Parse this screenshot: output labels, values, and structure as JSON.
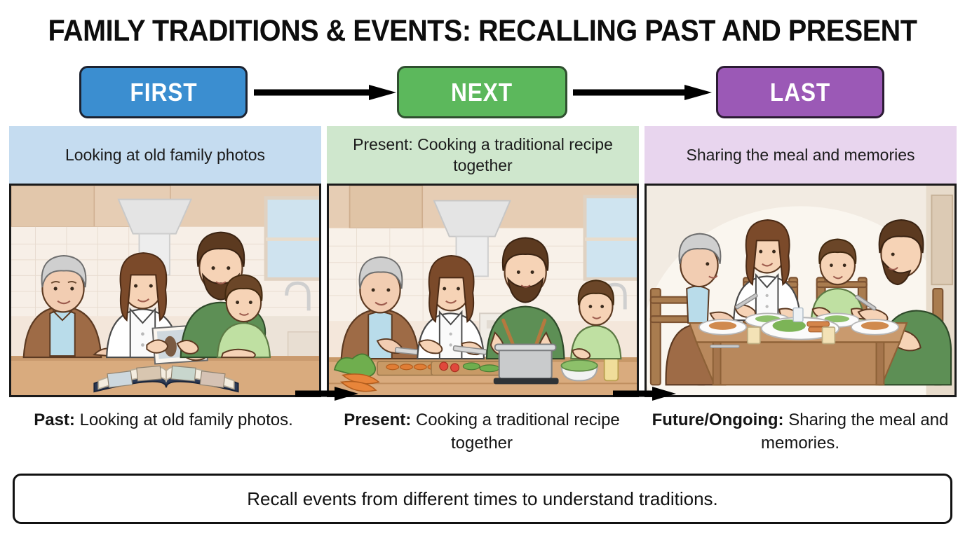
{
  "title": "FAMILY TRADITIONS & EVENTS: RECALLING PAST AND PRESENT",
  "steps": [
    {
      "label": "FIRST",
      "color": "#3b8ed0"
    },
    {
      "label": "NEXT",
      "color": "#5cb85c"
    },
    {
      "label": "LAST",
      "color": "#9b59b6"
    }
  ],
  "panels": [
    {
      "header": "Looking at old family photos",
      "header_color": "#c5dcf0",
      "scene": "family-looking-at-photo-album",
      "caption_label": "Past:",
      "caption_text": " Looking at old family photos."
    },
    {
      "header": "Present: Cooking a traditional recipe together",
      "header_color": "#cfe7cd",
      "scene": "family-cooking-in-kitchen",
      "caption_label": "Present:",
      "caption_text": " Cooking a traditional recipe together"
    },
    {
      "header": "Sharing the meal and memories",
      "header_color": "#e8d5ee",
      "scene": "family-sharing-meal-at-table",
      "caption_label": "Future/Ongoing:",
      "caption_text": " Sharing the meal and memories."
    }
  ],
  "summary": "Recall events from different times to understand traditions."
}
